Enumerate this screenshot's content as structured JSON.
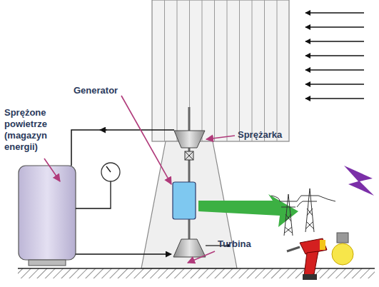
{
  "diagram": {
    "labels": [
      "Generator",
      "Sprężone powietrze (magazyn energii)",
      "Sprężarka",
      "Turbina"
    ]
  }
}
